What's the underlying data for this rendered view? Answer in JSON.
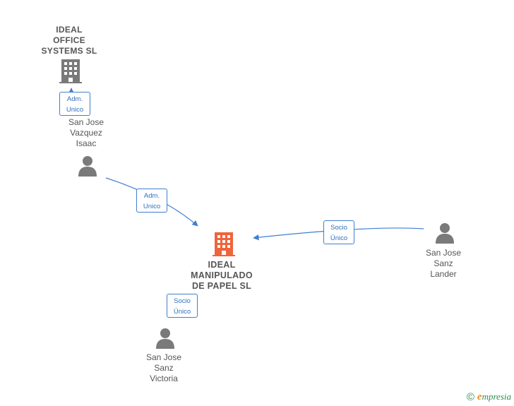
{
  "colors": {
    "edge": "#3f7fcf",
    "person": "#7a7a7a",
    "company": "#7a7a7a",
    "company_main": "#f0643c",
    "brand": "#2a8f4a"
  },
  "nodes": {
    "ideal_office": {
      "label": "IDEAL\nOFFICE\nSYSTEMS SL",
      "kind": "company",
      "icon": "building-icon"
    },
    "ideal_manipulado": {
      "label": "IDEAL\nMANIPULADO\nDE PAPEL  SL",
      "kind": "company-main",
      "icon": "building-icon"
    },
    "isaac": {
      "label": "San Jose\nVazquez\nIsaac",
      "kind": "person",
      "icon": "person-icon"
    },
    "lander": {
      "label": "San Jose\nSanz\nLander",
      "kind": "person",
      "icon": "person-icon"
    },
    "victoria": {
      "label": "San Jose\nSanz\nVictoria",
      "kind": "person",
      "icon": "person-icon"
    }
  },
  "edges": [
    {
      "from": "isaac",
      "to": "ideal_office",
      "label": "Adm.\nUnico"
    },
    {
      "from": "isaac",
      "to": "ideal_manipulado",
      "label": "Adm.\nUnico"
    },
    {
      "from": "lander",
      "to": "ideal_manipulado",
      "label": "Socio\nÚnico"
    },
    {
      "from": "victoria",
      "to": "ideal_manipulado",
      "label": "Socio\nÚnico"
    }
  ],
  "watermark": {
    "symbol": "©",
    "initial": "e",
    "rest": "mpresia"
  }
}
